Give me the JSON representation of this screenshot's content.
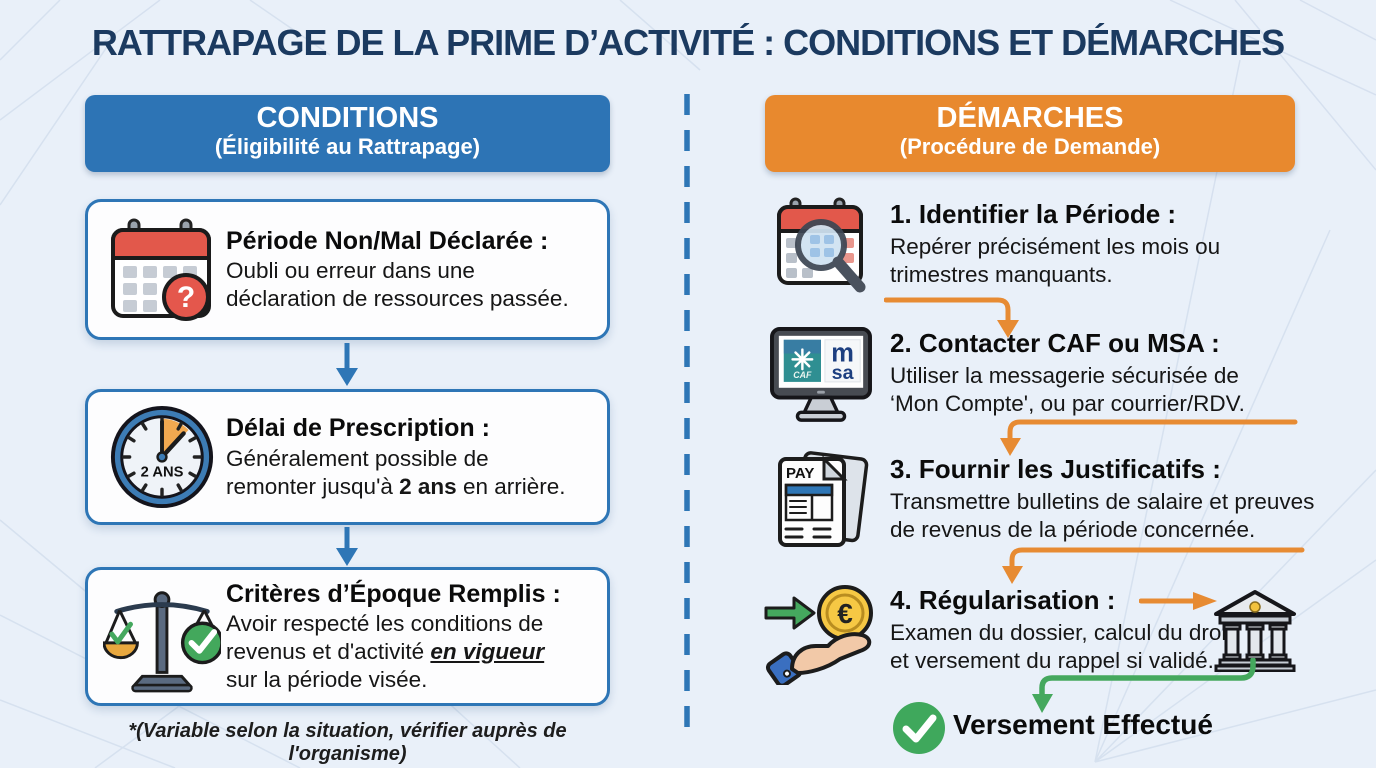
{
  "title": "RATTRAPAGE DE LA PRIME D’ACTIVITÉ : CONDITIONS ET DÉMARCHES",
  "colors": {
    "blue": "#2d74b5",
    "orange": "#e8892e",
    "green": "#3ca45a",
    "navy": "#1b3a60",
    "red": "#e2584b"
  },
  "left": {
    "header": {
      "title": "CONDITIONS",
      "subtitle": "(Éligibilité au Rattrapage)"
    },
    "boxes": [
      {
        "icon": "calendar-question-icon",
        "title": "Période Non/Mal Déclarée :",
        "lines": [
          "Oubli ou erreur dans une",
          "déclaration de ressources passée."
        ]
      },
      {
        "icon": "clock-2-years-icon",
        "clock_label": "2 ANS",
        "title": "Délai de Prescription :",
        "body_pre": "Généralement possible de\nremonter jusqu'à ",
        "body_bold": "2 ans",
        "body_post": " en arrière."
      },
      {
        "icon": "scale-check-icon",
        "title": "Critères d’Époque Remplis :",
        "body_pre": "Avoir respecté les conditions de\nrevenus et d'activité ",
        "body_em": "en vigueur",
        "body_post": "\nsur la période visée."
      }
    ],
    "footnote": "*(Variable selon la situation, vérifier auprès de l'organisme)"
  },
  "right": {
    "header": {
      "title": "DÉMARCHES",
      "subtitle": "(Procédure de Demande)"
    },
    "steps": [
      {
        "icon": "calendar-magnifier-icon",
        "title": "1. Identifier la Période :",
        "lines": [
          "Repérer précisément les mois ou",
          "trimestres manquants."
        ]
      },
      {
        "icon": "computer-caf-msa-icon",
        "title": "2. Contacter CAF ou MSA :",
        "lines": [
          "Utiliser la messagerie sécurisée de",
          "‘Mon Compte', ou par courrier/RDV."
        ]
      },
      {
        "icon": "payslip-documents-icon",
        "title": "3. Fournir les Justificatifs :",
        "lines": [
          "Transmettre bulletins de salaire et preuves",
          "de revenus de la période concernée."
        ]
      },
      {
        "icon": "hand-euro-icon",
        "title": "4. Régularisation :",
        "lines": [
          "Examen du dossier, calcul du droit,",
          "et versement du rappel si validé."
        ]
      }
    ],
    "final": {
      "label": "Versement Effectué"
    }
  },
  "icon_labels": {
    "question": "?",
    "euro": "€",
    "pay": "PAY",
    "caf": "CAF",
    "msa_top": "m",
    "msa_bottom": "sa"
  }
}
